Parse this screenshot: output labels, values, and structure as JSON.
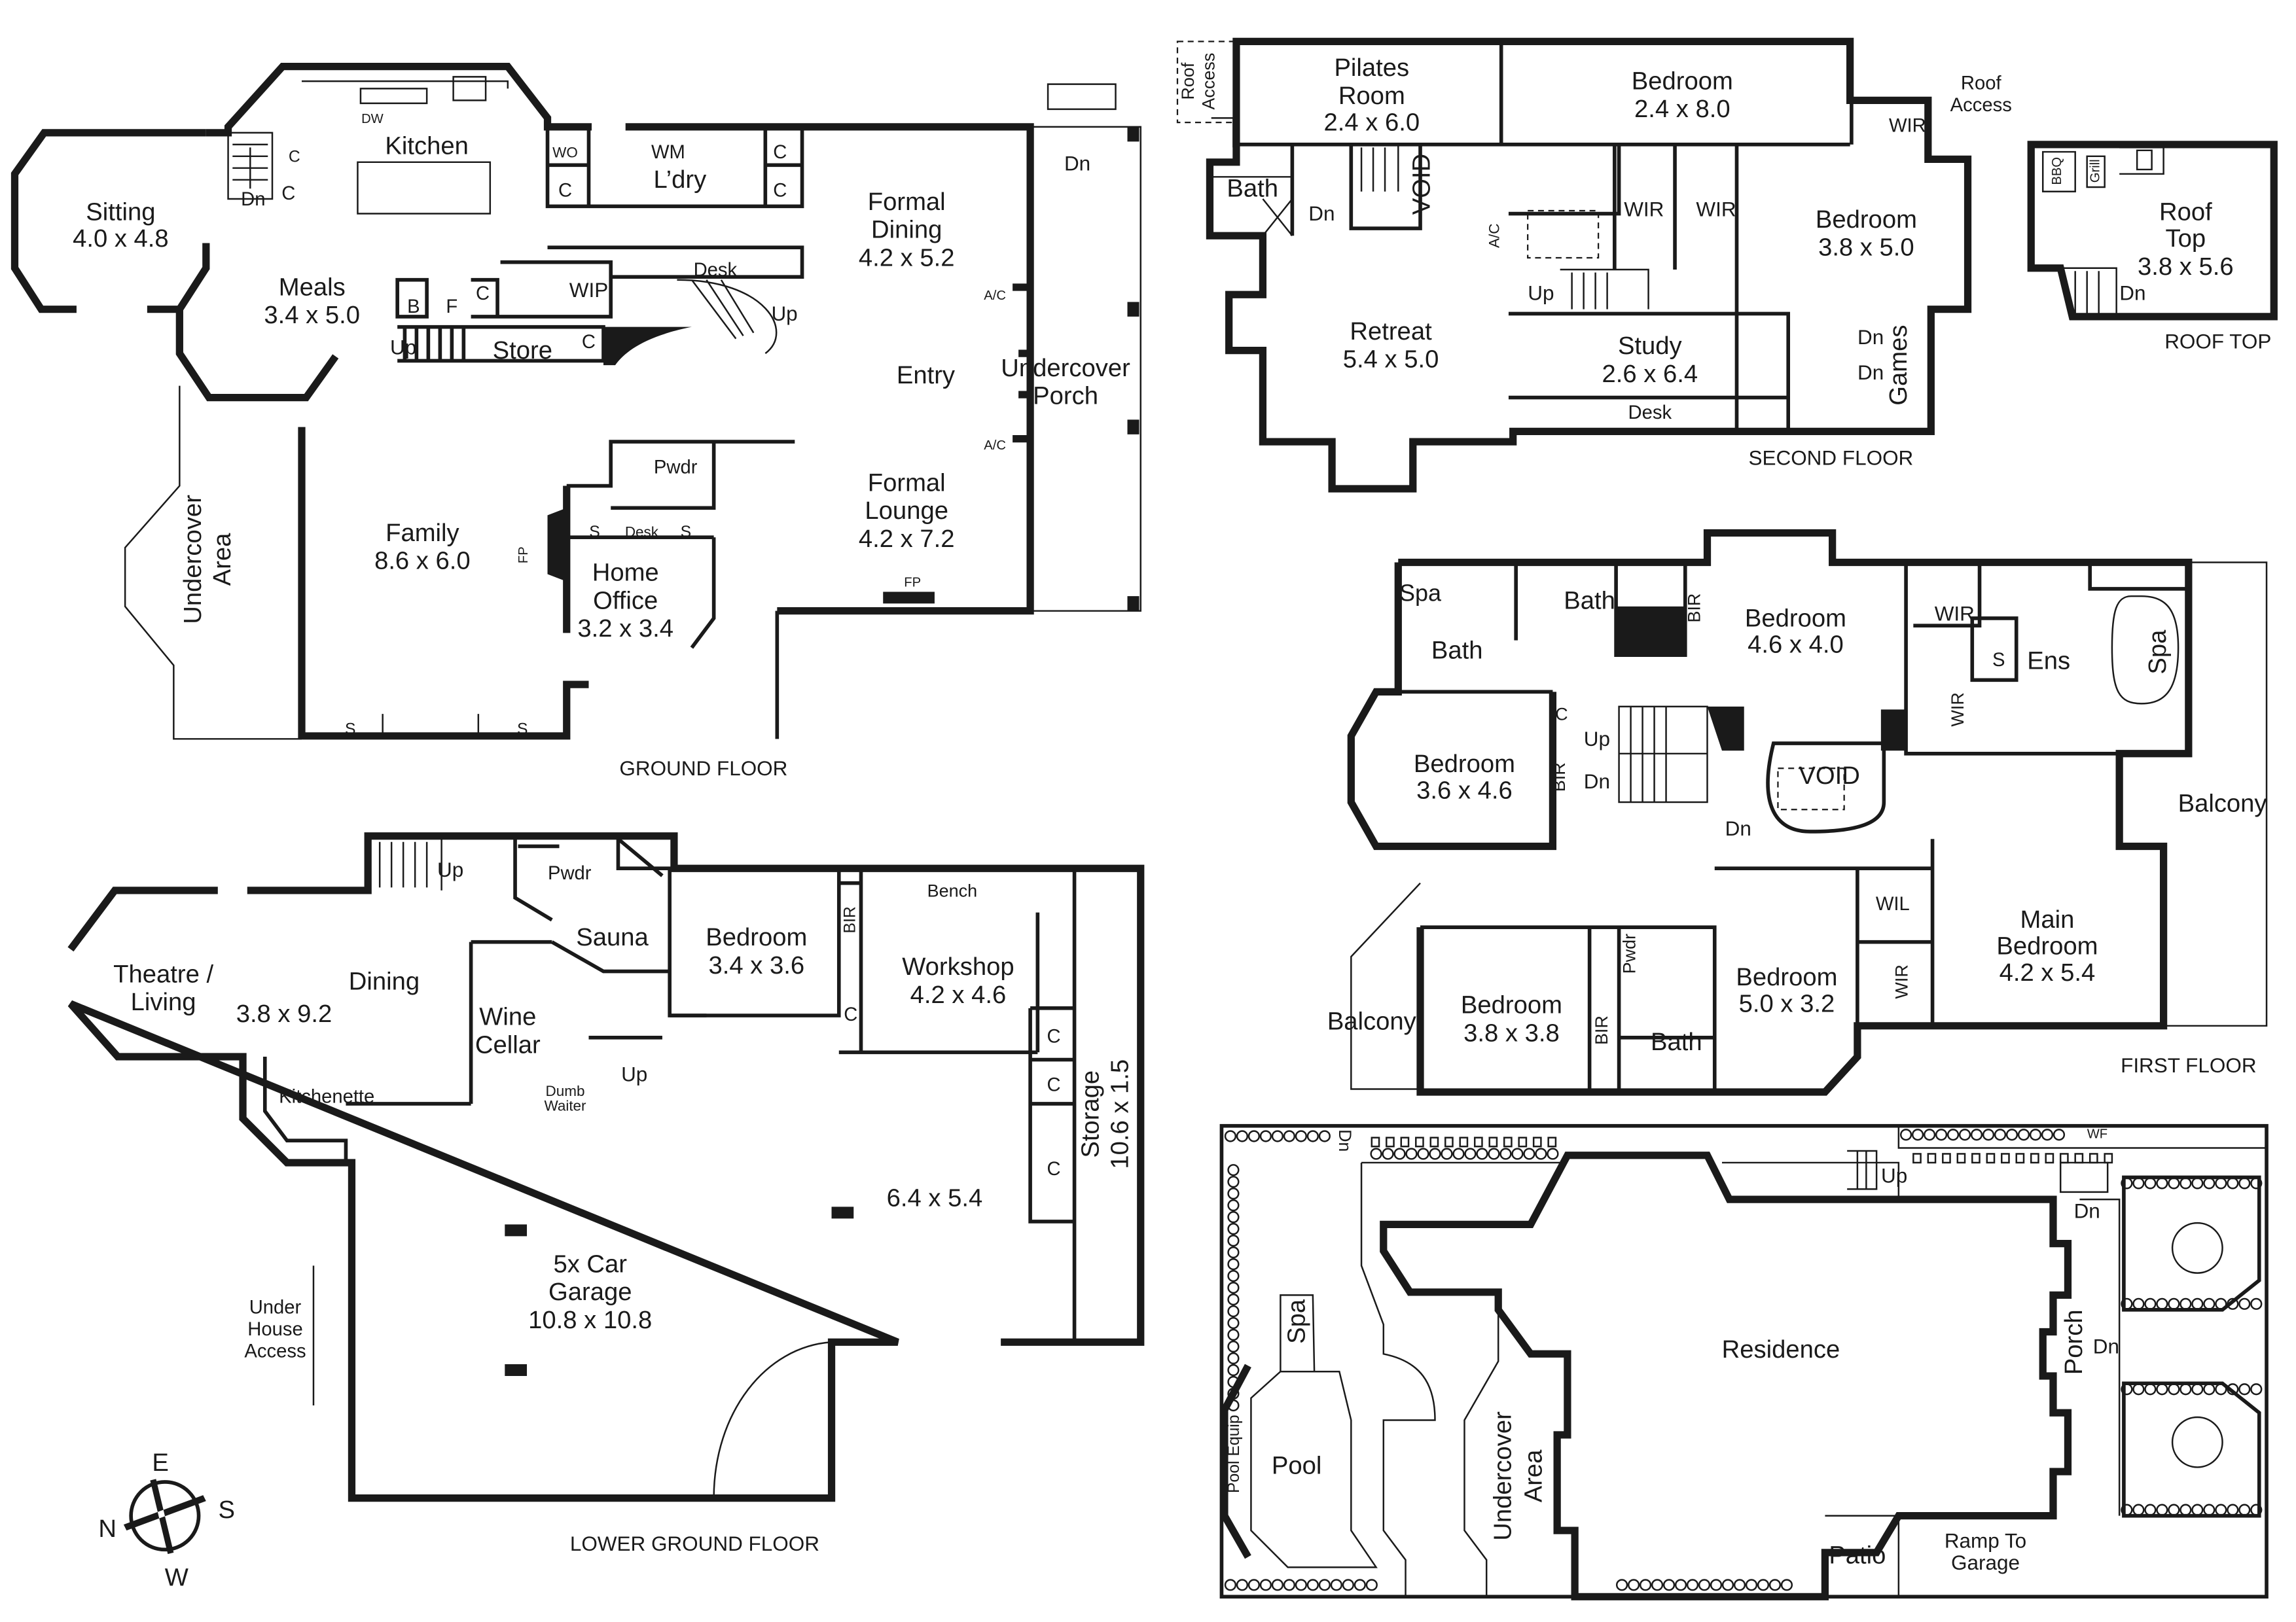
{
  "ground_floor": {
    "labels": [
      "Sitting",
      "4.0 x 4.8",
      "Kitchen",
      "Meals",
      "3.4 x 5.0",
      "WO",
      "WM",
      "L’dry",
      "Desk",
      "WIP",
      "Up",
      "Up",
      "Store",
      "B",
      "F",
      "Formal",
      "Dining",
      "4.2 x 5.2",
      "Dn",
      "Entry",
      "Undercover",
      "Porch",
      "Formal",
      "Lounge",
      "4.2 x 7.2",
      "Pwdr",
      "Desk",
      "Home",
      "Office",
      "3.2 x 3.4",
      "Family",
      "8.6 x 6.0",
      "Undercover",
      "Area",
      "FP",
      "FP",
      "A/C",
      "A/C",
      "DW",
      "Dn",
      "S",
      "S",
      "S",
      "S",
      "C",
      "C",
      "C",
      "C",
      "C",
      "C",
      "C",
      "GROUND FLOOR"
    ]
  },
  "lower_ground_floor": {
    "labels": [
      "Up",
      "Pwdr",
      "Sauna",
      "Bedroom",
      "3.4 x 3.6",
      "BIR",
      "Bench",
      "Workshop",
      "4.2 x 4.6",
      "Theatre /",
      "Living",
      "Dining",
      "3.8 x 9.2",
      "Wine",
      "Cellar",
      "Kitchenette",
      "Dumb",
      "Waiter",
      "Up",
      "C",
      "C",
      "C",
      "C",
      "Storage",
      "10.6 x 1.5",
      "6.4 x 5.4",
      "5x Car",
      "Garage",
      "10.8 x 10.8",
      "Under",
      "House",
      "Access",
      "LOWER GROUND FLOOR"
    ]
  },
  "second_floor": {
    "labels": [
      "Roof",
      "Access",
      "Pilates",
      "Room",
      "2.4 x 6.0",
      "Bedroom",
      "2.4 x 8.0",
      "Roof",
      "Access",
      "WIR",
      "Bath",
      "Dn",
      "VOID",
      "A/C",
      "WIR",
      "WIR",
      "Bedroom",
      "3.8 x 5.0",
      "Up",
      "Retreat",
      "5.4 x 5.0",
      "Study",
      "2.6 x 6.4",
      "Desk",
      "Dn",
      "Dn",
      "Games",
      "SECOND FLOOR"
    ]
  },
  "roof_top": {
    "labels": [
      "BBQ",
      "Grill",
      "Roof",
      "Top",
      "3.8 x 5.6",
      "Dn",
      "ROOF TOP"
    ]
  },
  "first_floor": {
    "labels": [
      "Spa",
      "Bath",
      "BIR",
      "Bedroom",
      "4.6 x 4.0",
      "WIR",
      "Ens",
      "Spa",
      "Bath",
      "S",
      "WIR",
      "C",
      "Bedroom",
      "3.6 x 4.6",
      "BIR",
      "Up",
      "Dn",
      "VOID",
      "Dn",
      "Balcony",
      "WIL",
      "Main",
      "Bedroom",
      "4.2 x 5.4",
      "Pwdr",
      "Bedroom",
      "3.8 x 3.8",
      "BIR",
      "Bath",
      "Bedroom",
      "5.0 x 3.2",
      "WIR",
      "Balcony",
      "FIRST FLOOR"
    ]
  },
  "site_plan": {
    "labels": [
      "Dn",
      "WF",
      "Up",
      "Dn",
      "Residence",
      "Spa",
      "Pool",
      "Pool Equip",
      "Undercover",
      "Area",
      "Porch",
      "Dn",
      "Patio",
      "Ramp To",
      "Garage"
    ]
  },
  "compass": {
    "east": "E",
    "north": "N",
    "south": "S",
    "west": "W"
  },
  "colors": {
    "line": "#1a1a1a",
    "background": "#ffffff"
  }
}
